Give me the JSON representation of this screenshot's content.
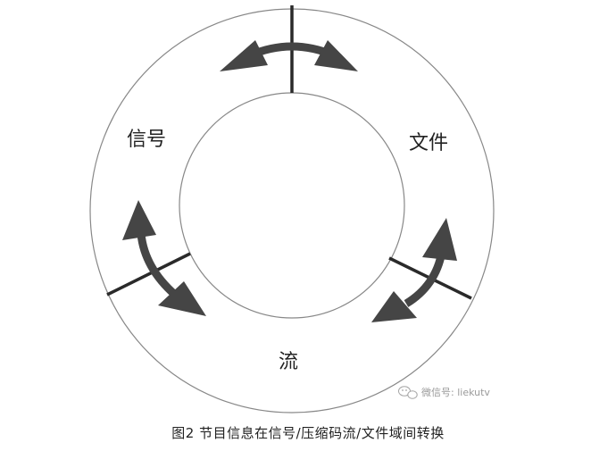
{
  "diagram": {
    "regions": {
      "signal": "信号",
      "file": "文件",
      "stream": "流"
    },
    "watermark": "微信号: liekutv",
    "colors": {
      "line": "#2a2a2a",
      "arrow": "#454545",
      "circle": "#888888"
    }
  },
  "caption": "图2  节目信息在信号/压缩码流/文件域间转换"
}
